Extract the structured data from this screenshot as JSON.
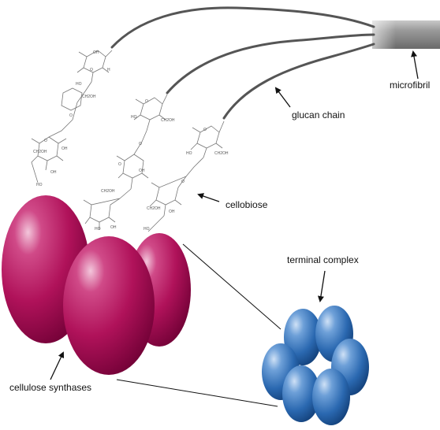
{
  "labels": {
    "microfibril": "microfibril",
    "glucan_chain": "glucan chain",
    "cellobiose": "cellobiose",
    "terminal_complex": "terminal complex",
    "cellulose_synthases": "cellulose synthases"
  },
  "atoms": {
    "oh": "OH",
    "ho": "HO",
    "o": "O",
    "h": "H",
    "ch2oh": "CH2OH"
  },
  "colors": {
    "synthase": "#b0125a",
    "terminal_complex": "#2a68b0",
    "microfibril": "#888888",
    "chain": "#555555"
  }
}
